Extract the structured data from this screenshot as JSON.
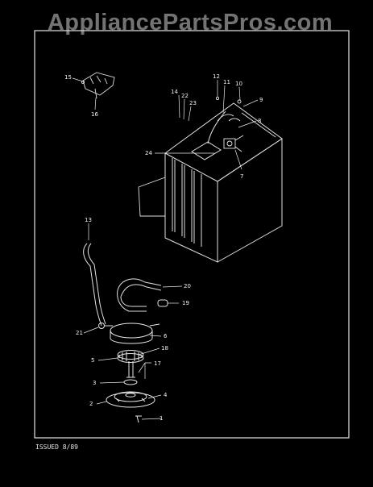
{
  "watermark": "AppliancePartsPros.com",
  "header": {
    "left": "",
    "middle": "",
    "right": ""
  },
  "footer": {
    "issued": "ISSUED 8/89"
  },
  "callouts": [
    "1",
    "2",
    "3",
    "4",
    "5",
    "6",
    "7",
    "8",
    "9",
    "10",
    "11",
    "12",
    "13",
    "14",
    "15",
    "16",
    "17",
    "18",
    "19",
    "20",
    "21",
    "22",
    "23",
    "24"
  ],
  "colors": {
    "background": "#000000",
    "ink": "#f2f2f2",
    "watermark": "#d2d2d2"
  }
}
